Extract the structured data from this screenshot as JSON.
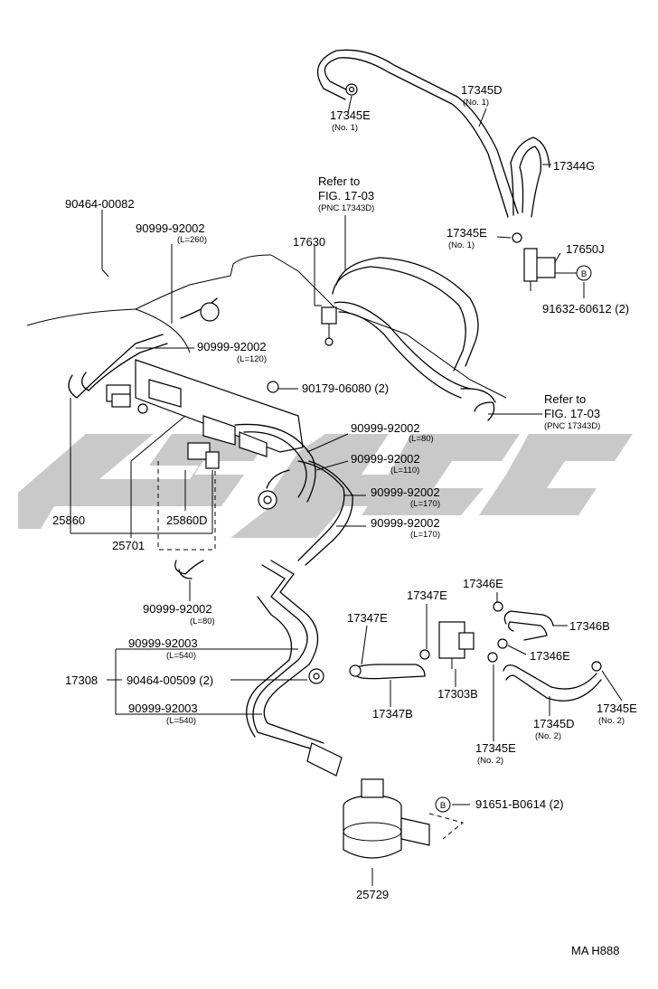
{
  "colors": {
    "line": "#000000",
    "watermark": "#c9c9c9",
    "background": "#ffffff"
  },
  "labels": {
    "p17345D_top": "17345D",
    "p17345D_top_no": "(No. 1)",
    "p17345E_top": "17345E",
    "p17345E_top_no": "(No. 1)",
    "p17344G": "17344G",
    "refer1_a": "Refer  to",
    "refer1_b": "FIG. 17-03",
    "refer1_c": "(PNC  17343D)",
    "p17345E_mid": "17345E",
    "p17345E_mid_no": "(No. 1)",
    "p17650J": "17650J",
    "p17630": "17630",
    "p91632": "91632-60612 (2)",
    "p90464_00082": "90464-00082",
    "p90999_260": "90999-92002",
    "p90999_260_l": "(L=260)",
    "p90999_120": "90999-92002",
    "p90999_120_l": "(L=120)",
    "p90179": "90179-06080 (2)",
    "refer2_a": "Refer  to",
    "refer2_b": "FIG. 17-03",
    "refer2_c": "(PNC  17343D)",
    "p90999_80a": "90999-92002",
    "p90999_80a_l": "(L=80)",
    "p90999_110": "90999-92002",
    "p90999_110_l": "(L=110)",
    "p90999_170a": "90999-92002",
    "p90999_170a_l": "(L=170)",
    "p90999_170b": "90999-92002",
    "p90999_170b_l": "(L=170)",
    "p25860": "25860",
    "p25701": "25701",
    "p25860D": "25860D",
    "p90999_80b": "90999-92002",
    "p90999_80b_l": "(L=80)",
    "p17346E_a": "17346E",
    "p17347E_a": "17347E",
    "p17347E_b": "17347E",
    "p17346B": "17346B",
    "p17346E_b": "17346E",
    "p90999_540a": "90999-92003",
    "p90999_540a_l": "(L=540)",
    "p17308": "17308",
    "p90464_00509": "90464-00509 (2)",
    "p90999_540b": "90999-92003",
    "p90999_540b_l": "(L=540)",
    "p17303B": "17303B",
    "p17347B": "17347B",
    "p17345D_bot": "17345D",
    "p17345D_bot_no": "(No. 2)",
    "p17345E_br": "17345E",
    "p17345E_br_no": "(No. 2)",
    "p17345E_bm": "17345E",
    "p17345E_bm_no": "(No. 2)",
    "p91651": "91651-B0614 (2)",
    "p25729": "25729",
    "b_marker_1": "B",
    "b_marker_2": "B",
    "footer_code": "MA  H888"
  }
}
